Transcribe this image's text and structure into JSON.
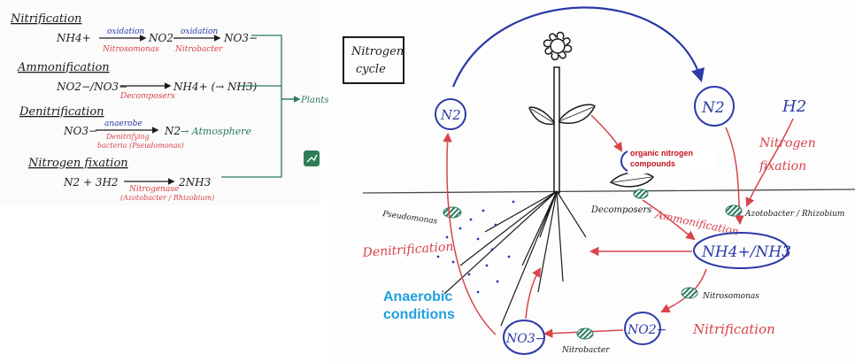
{
  "colors": {
    "blue": "#2b3aa6",
    "red": "#d9434a",
    "green": "#2a7a5c",
    "black": "#1b1b1b",
    "cyan": "#1e9fe0",
    "darkred": "#c0121c"
  },
  "left_panel": {
    "nitrification": {
      "heading": "Nitrification",
      "reactant": "NH4+",
      "ox1": "oxidation",
      "org1": "Nitrosomonas",
      "mid": "NO2−",
      "ox2": "oxidation",
      "org2": "Nitrobacter",
      "product": "NO3−"
    },
    "ammonification": {
      "heading": "Ammonification",
      "reactant": "NO2−/NO3−",
      "agent": "Decomposers",
      "product": "NH4+ (→ NH3)"
    },
    "denitrification": {
      "heading": "Denitrification",
      "reactant": "NO3−",
      "condition": "anaerobe",
      "agent_line1": "Denitrifying",
      "agent_line2": "bacteria (Pseudomonas)",
      "product": "N2",
      "destination": "→ Atmosphere"
    },
    "nitrogen_fixation": {
      "heading": "Nitrogen fixation",
      "reactant": "N2 + 3H2",
      "enzyme": "Nitrogenase",
      "org": "(Azotobacter / Rhizobium)",
      "product": "2NH3"
    },
    "plants_label": "Plants"
  },
  "cycle": {
    "title_line1": "Nitrogen",
    "title_line2": "cycle",
    "n2_left": "N2",
    "n2_right": "N2",
    "h2": "H2",
    "organic": "organic nitrogen compounds",
    "fixation_line1": "Nitrogen",
    "fixation_line2": "fixation",
    "azotobacter": "Azotobacter / Rhizobium",
    "decomposers": "Decomposers",
    "ammonification": "Ammonification",
    "pseudomonas": "Pseudomonas",
    "denitrification": "Denitrification",
    "ammonium": "NH4+/NH3",
    "nitrosomonas": "Nitrosomonas",
    "nitrification": "Nitrification",
    "no2": "NO2−",
    "no3": "NO3−",
    "nitrobacter": "Nitrobacter",
    "anaerobic_line1": "Anaerobic",
    "anaerobic_line2": "conditions"
  }
}
